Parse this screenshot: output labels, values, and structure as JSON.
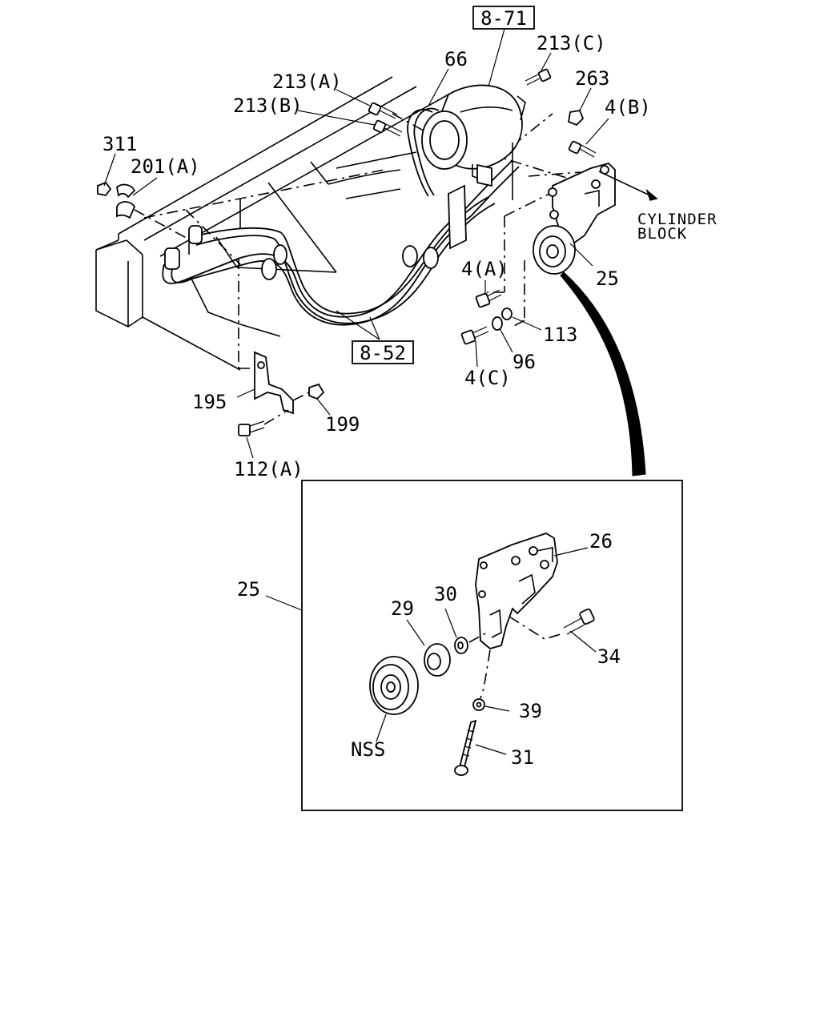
{
  "references": {
    "ref_871": "8-71",
    "ref_852": "8-52"
  },
  "labels": {
    "p66": "66",
    "p213c": "213(C)",
    "p213a": "213(A)",
    "p213b": "213(B)",
    "p263": "263",
    "p4b": "4(B)",
    "p311": "311",
    "p201a": "201(A)",
    "cyl1": "CYLINDER",
    "cyl2": "BLOCK",
    "p4a": "4(A)",
    "p25top": "25",
    "p113": "113",
    "p96": "96",
    "p4c": "4(C)",
    "p195": "195",
    "p199": "199",
    "p112a": "112(A)",
    "p25detail": "25",
    "p26": "26",
    "p29": "29",
    "p30": "30",
    "p34": "34",
    "p39": "39",
    "p31": "31",
    "nss": "NSS"
  }
}
